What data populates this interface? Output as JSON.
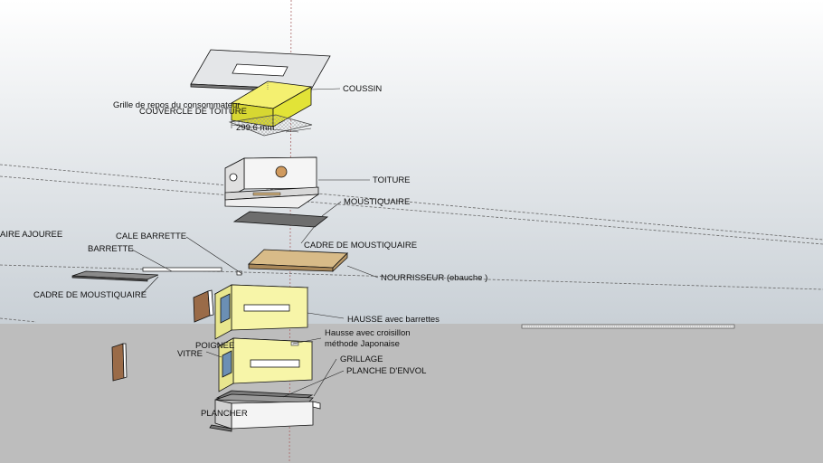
{
  "colors": {
    "sky_top": "#ffffff",
    "sky_bottom": "#c9d0d6",
    "ground": "#bdbdbd",
    "yellow": "#f7f5a8",
    "cushion": "#e2e337",
    "wood": "#c8a977",
    "dark_wood": "#9a6b48",
    "grey_panel": "#8e8e8e",
    "axis_red": "#cc4444"
  },
  "labels": {
    "coussin": "COUSSIN",
    "grille": "Grille de repos du consommateur",
    "couvercle": "COUVERCLE DE TOITURE",
    "dimension": "299.6 mm",
    "toiture": "TOITURE",
    "moustiquaire": "MOUSTIQUAIRE",
    "cadre_moustiquaire_right": "CADRE DE MOUSTIQUAIRE",
    "ajouree": "AIRE AJOUREE",
    "cale_barrette": "CALE BARRETTE",
    "barrette": "BARRETTE",
    "cadre_moustiquaire_left": "CADRE DE MOUSTIQUAIRE",
    "nourrisseur": "NOURRISSEUR (ebauche )",
    "hausse_barrettes": "HAUSSE avec barrettes",
    "hausse_croisillon_1": "Hausse avec croisillon",
    "hausse_croisillon_2": "méthode Japonaise",
    "poignee": "POIGNEE",
    "vitre": "VITRE",
    "grillage": "GRILLAGE",
    "planche_envol": "PLANCHE D'ENVOL",
    "plancher": "PLANCHER"
  }
}
